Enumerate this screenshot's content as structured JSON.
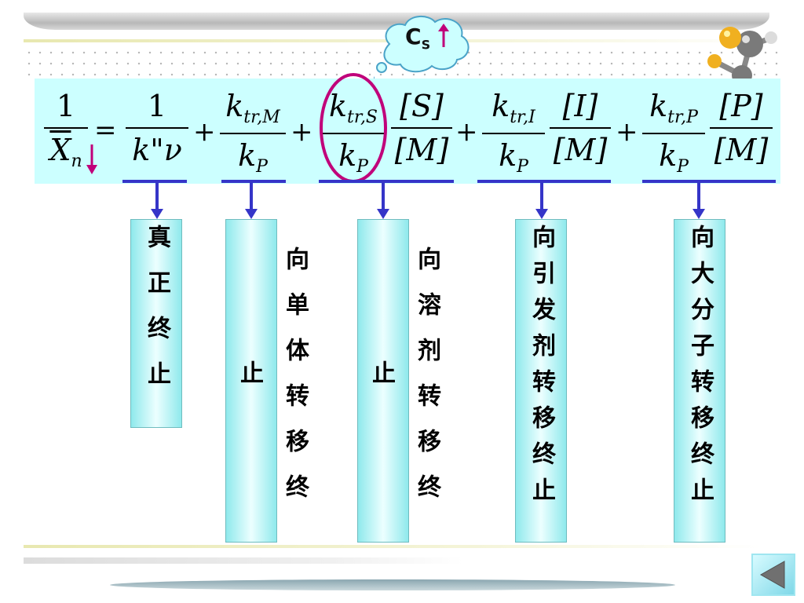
{
  "cloud": {
    "base": "C",
    "sub": "S",
    "arrow": "up-arrow-icon"
  },
  "equation": {
    "lhs": {
      "num": "1",
      "den_var": "X",
      "den_sub": "n",
      "arrow": "down-arrow-icon"
    },
    "eq_sign": "=",
    "term1": {
      "num": "1",
      "den": "k\"ν"
    },
    "plus": "+",
    "term2": {
      "num_var": "k",
      "num_sub": "tr,M",
      "den_var": "k",
      "den_sub": "P"
    },
    "term3": {
      "num_var": "k",
      "num_sub": "tr,S",
      "den_var": "k",
      "den_sub": "P",
      "ratio_num": "[S]",
      "ratio_den": "[M]"
    },
    "term4": {
      "num_var": "k",
      "num_sub": "tr,I",
      "den_var": "k",
      "den_sub": "P",
      "ratio_num": "[I]",
      "ratio_den": "[M]"
    },
    "term5": {
      "num_var": "k",
      "num_sub": "tr,P",
      "den_var": "k",
      "den_sub": "P",
      "ratio_num": "[P]",
      "ratio_den": "[M]"
    }
  },
  "labels": [
    "真正终止",
    "向单体转移终止",
    "向溶剂转移终止",
    "向引发剂转移终止",
    "向大分子转移终止"
  ],
  "colors": {
    "panel": "#ccffff",
    "underline": "#3535c8",
    "ellipse": "#c0007a",
    "arrow_pink": "#c0007a"
  }
}
